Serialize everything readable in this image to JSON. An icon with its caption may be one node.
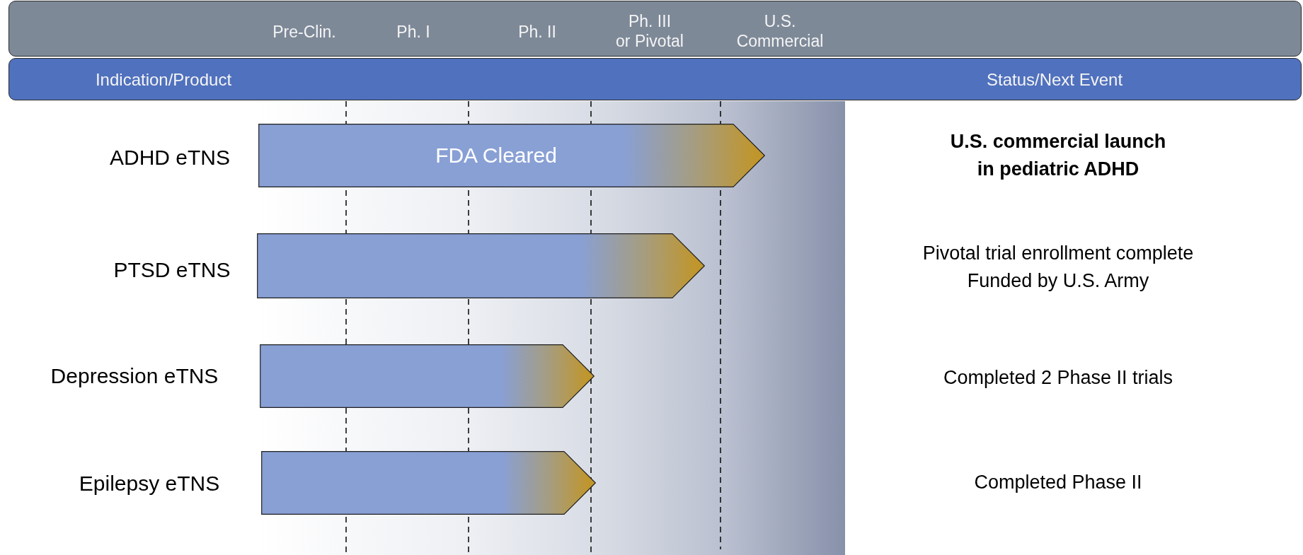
{
  "diagram": {
    "nodes": [
      {
        "text": [
          "Pre-Clin.",
          "Ph. I",
          "Ph. II",
          "Ph. III or Pivotal",
          "U.S. Commercial"
        ]
      },
      {
        "text": [
          "Indication/Product",
          "Status/Next Event"
        ]
      },
      {
        "text": [
          "FDA Cleared"
        ]
      },
      {
        "text": [],
        "shape": "bar"
      },
      {
        "text": [],
        "shape": "bar"
      },
      {
        "text": [],
        "shape": "bar"
      }
    ],
    "labels": [
      "ADHD eTNS",
      "U.S. commercial launch in pediatric ADHD",
      "PTSD eTNS",
      "Pivotal trial enrollment complete",
      "Funded by U.S. Army",
      "Depression eTNS",
      "Completed 2 Phase II trials",
      "Epilepsy eTNS",
      "Completed Phase II"
    ]
  }
}
